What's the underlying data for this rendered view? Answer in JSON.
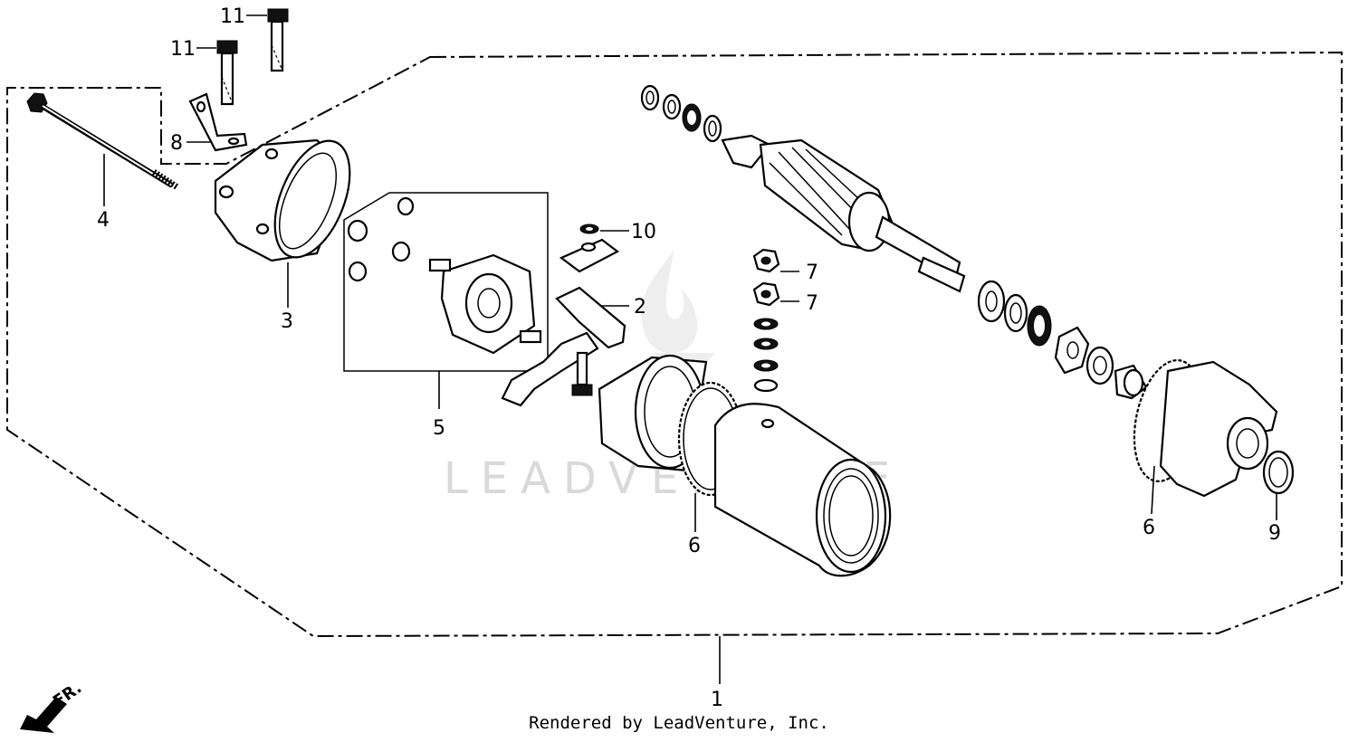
{
  "callouts": {
    "c1": "1",
    "c2": "2",
    "c3": "3",
    "c4": "4",
    "c5": "5",
    "c6a": "6",
    "c6b": "6",
    "c7a": "7",
    "c7b": "7",
    "c8": "8",
    "c9": "9",
    "c10": "10",
    "c11a": "11",
    "c11b": "11"
  },
  "watermark": "LEADVENTURE",
  "front_arrow": "FR.",
  "footer": "Rendered by LeadVenture, Inc."
}
